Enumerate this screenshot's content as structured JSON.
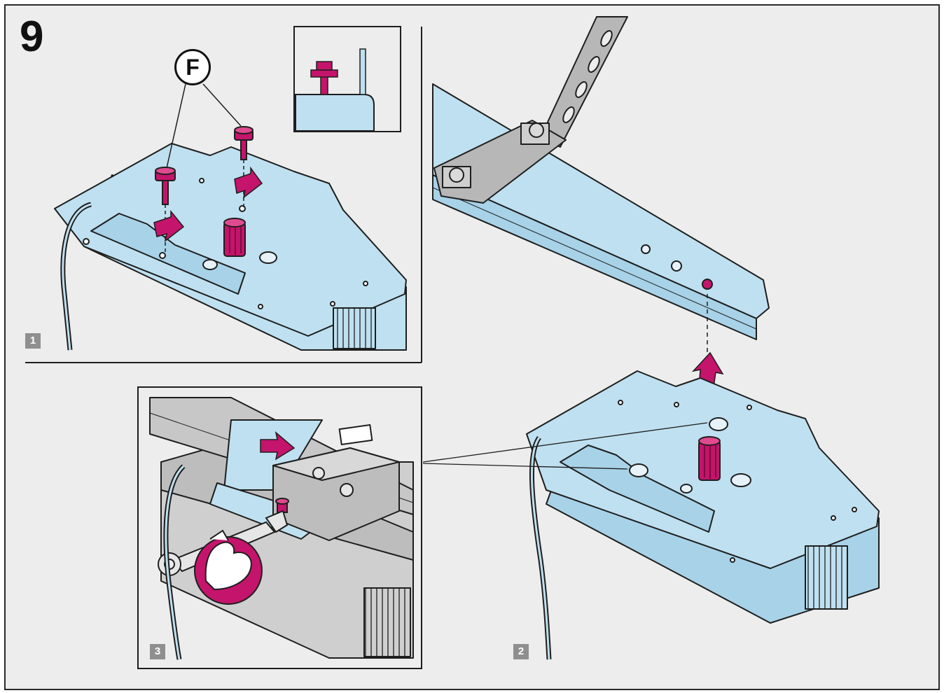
{
  "step": {
    "number": "9"
  },
  "callout": {
    "letter": "F"
  },
  "panels": [
    {
      "id": "1",
      "label": "1"
    },
    {
      "id": "2",
      "label": "2"
    },
    {
      "id": "3",
      "label": "3"
    }
  ],
  "colors": {
    "housing_blue": "#bfe0f0",
    "screw_magenta": "#c4146b",
    "outline": "#1e1e1e",
    "rail_gray": "#cfcfcf",
    "background": "#ededed"
  },
  "icons": [
    "screw-icon",
    "arrow-icon",
    "wrench-icon",
    "flexed-arm-icon"
  ]
}
